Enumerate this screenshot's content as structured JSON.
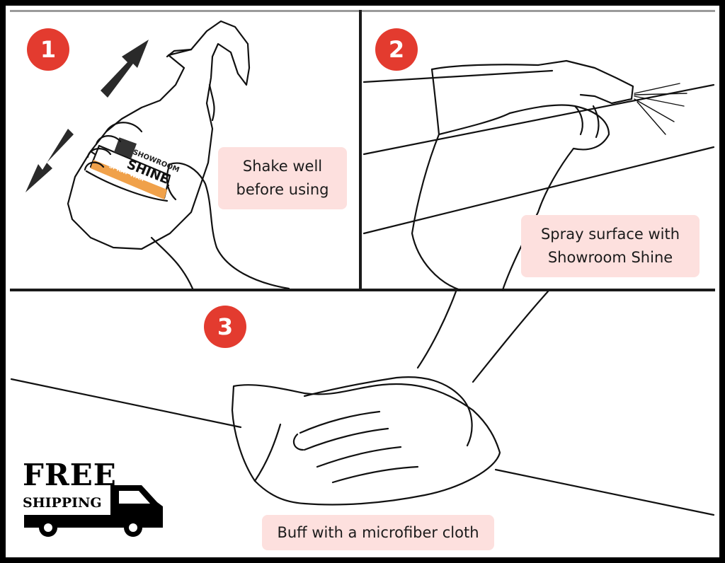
{
  "steps": [
    {
      "number": "1",
      "line1": "Shake well",
      "line2": "before using"
    },
    {
      "number": "2",
      "line1": "Spray surface with",
      "line2": "Showroom Shine"
    },
    {
      "number": "3",
      "line1": "Buff with a microfiber cloth"
    }
  ],
  "product_label": {
    "brand_top": "SHOWROOM",
    "brand_main": "SHINE",
    "sub": "SPRAY WAX"
  },
  "shipping": {
    "line1": "FREE",
    "line2": "SHIPPING"
  },
  "colors": {
    "badge": "#e33b2f",
    "callout": "#fde0de",
    "label_orange": "#f0a14a"
  }
}
